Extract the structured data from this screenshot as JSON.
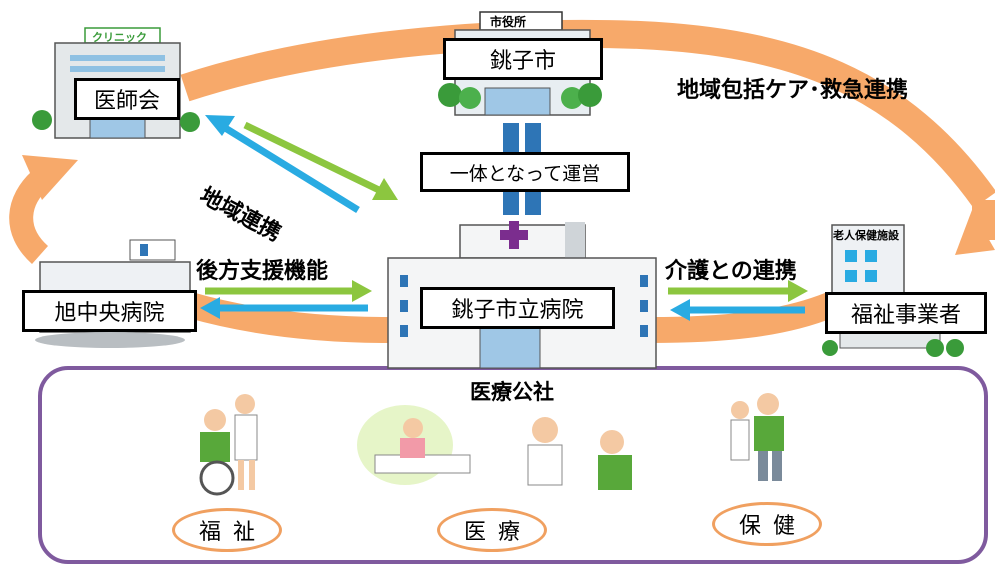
{
  "nodes": {
    "city_hall_sign": "市役所",
    "city": "銚子市",
    "medical_association": "医師会",
    "clinic_sign": "クリニック",
    "asahi_hospital": "旭中央病院",
    "city_hospital": "銚子市立病院",
    "welfare_operator": "福祉事業者",
    "elderly_facility_sign": "老人保健施設",
    "joint_operation": "一体となって運営"
  },
  "relations": {
    "community_care": "地域包括ケア･救急連携",
    "regional_cooperation": "地域連携",
    "rear_support": "後方支援機能",
    "care_cooperation": "介護との連携"
  },
  "corporation": {
    "title": "医療公社",
    "welfare": "福祉",
    "medical": "医療",
    "health": "保健"
  },
  "colors": {
    "orange": "#f7a96a",
    "green_arrow": "#8cc63f",
    "blue_arrow": "#29abe2",
    "purple_frame": "#7f5a9e",
    "cross": "#7b2d8e",
    "pillar_blue": "#2e75b6",
    "oval_border": "#f0a060"
  }
}
